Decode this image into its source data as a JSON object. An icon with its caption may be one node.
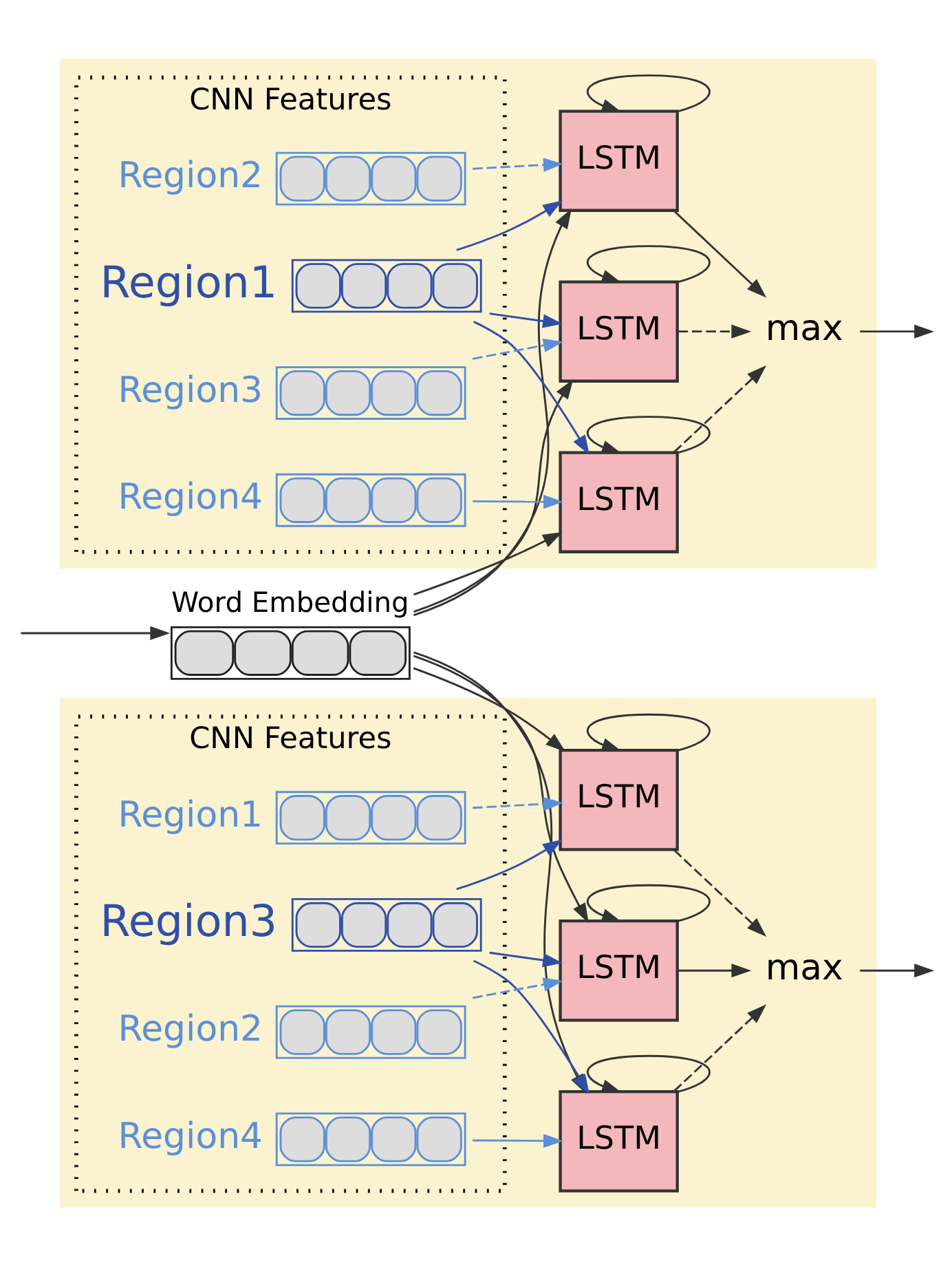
{
  "diagram": {
    "nodes": [
      {
        "text": [
          "Word Embedding"
        ]
      },
      {
        "text": [],
        "shape": "box"
      },
      {
        "text": [
          "CNN Features"
        ],
        "in": 1
      },
      {
        "text": [
          "Region1"
        ],
        "in": 2
      },
      {
        "text": [
          "Region2"
        ],
        "in": 2
      },
      {
        "text": [
          "Region3"
        ],
        "in": 2
      },
      {
        "text": [
          "Region4"
        ],
        "in": 2
      },
      {
        "text": [
          "LSTM"
        ],
        "in": 1
      },
      {
        "text": [
          "LSTM"
        ],
        "in": 1
      },
      {
        "text": [
          "LSTM"
        ],
        "in": 1
      },
      {
        "text": [
          "max"
        ],
        "in": 1
      },
      {
        "text": [],
        "shape": "box"
      },
      {
        "text": [
          "CNN Features"
        ],
        "in": 11
      },
      {
        "text": [
          "Region3"
        ],
        "in": 12
      },
      {
        "text": [
          "Region1"
        ],
        "in": 12
      },
      {
        "text": [
          "Region2"
        ],
        "in": 12
      },
      {
        "text": [
          "Region4"
        ],
        "in": 12
      },
      {
        "text": [
          "LSTM"
        ],
        "in": 11
      },
      {
        "text": [
          "LSTM"
        ],
        "in": 11
      },
      {
        "text": [
          "LSTM"
        ],
        "in": 11
      },
      {
        "text": [
          "max"
        ],
        "in": 11
      }
    ],
    "edges": [
      {
        "from": null,
        "to": 0,
        "arrow": "to"
      },
      {
        "from": 0,
        "to": 7,
        "arrow": "to"
      },
      {
        "from": 0,
        "to": 8,
        "arrow": "to"
      },
      {
        "from": 0,
        "to": 9,
        "arrow": "to"
      },
      {
        "from": 0,
        "to": 17,
        "arrow": "to"
      },
      {
        "from": 0,
        "to": 18,
        "arrow": "to"
      },
      {
        "from": 0,
        "to": 19,
        "arrow": "to"
      },
      {
        "from": 3,
        "to": 7,
        "arrow": "to",
        "color": "#2f4fa8"
      },
      {
        "from": 3,
        "to": 8,
        "arrow": "to",
        "color": "#2f4fa8"
      },
      {
        "from": 3,
        "to": 9,
        "arrow": "to",
        "color": "#2f4fa8"
      },
      {
        "from": 4,
        "to": 7,
        "arrow": "to",
        "style": "dashed",
        "color": "#5b90d8"
      },
      {
        "from": 5,
        "to": 8,
        "arrow": "to",
        "style": "dashed",
        "color": "#5b90d8"
      },
      {
        "from": 6,
        "to": 9,
        "arrow": "to",
        "color": "#5b90d8"
      },
      {
        "from": 7,
        "to": 7,
        "arrow": "to"
      },
      {
        "from": 8,
        "to": 8,
        "arrow": "to"
      },
      {
        "from": 9,
        "to": 9,
        "arrow": "to"
      },
      {
        "from": 7,
        "to": 10,
        "arrow": "to"
      },
      {
        "from": 8,
        "to": 10,
        "arrow": "to",
        "style": "dashed"
      },
      {
        "from": 9,
        "to": 10,
        "arrow": "to",
        "style": "dashed"
      },
      {
        "from": 10,
        "to": null,
        "arrow": "to"
      },
      {
        "from": 13,
        "to": 17,
        "arrow": "to",
        "color": "#2f4fa8"
      },
      {
        "from": 13,
        "to": 18,
        "arrow": "to",
        "color": "#2f4fa8"
      },
      {
        "from": 13,
        "to": 19,
        "arrow": "to",
        "color": "#2f4fa8"
      },
      {
        "from": 14,
        "to": 17,
        "arrow": "to",
        "style": "dashed",
        "color": "#5b90d8"
      },
      {
        "from": 15,
        "to": 18,
        "arrow": "to",
        "style": "dashed",
        "color": "#5b90d8"
      },
      {
        "from": 16,
        "to": 19,
        "arrow": "to",
        "color": "#5b90d8"
      },
      {
        "from": 17,
        "to": 17,
        "arrow": "to"
      },
      {
        "from": 18,
        "to": 18,
        "arrow": "to"
      },
      {
        "from": 19,
        "to": 19,
        "arrow": "to"
      },
      {
        "from": 17,
        "to": 20,
        "arrow": "to",
        "style": "dashed"
      },
      {
        "from": 18,
        "to": 20,
        "arrow": "to"
      },
      {
        "from": 19,
        "to": 20,
        "arrow": "to",
        "style": "dashed"
      },
      {
        "from": 20,
        "to": null,
        "arrow": "to"
      }
    ]
  }
}
